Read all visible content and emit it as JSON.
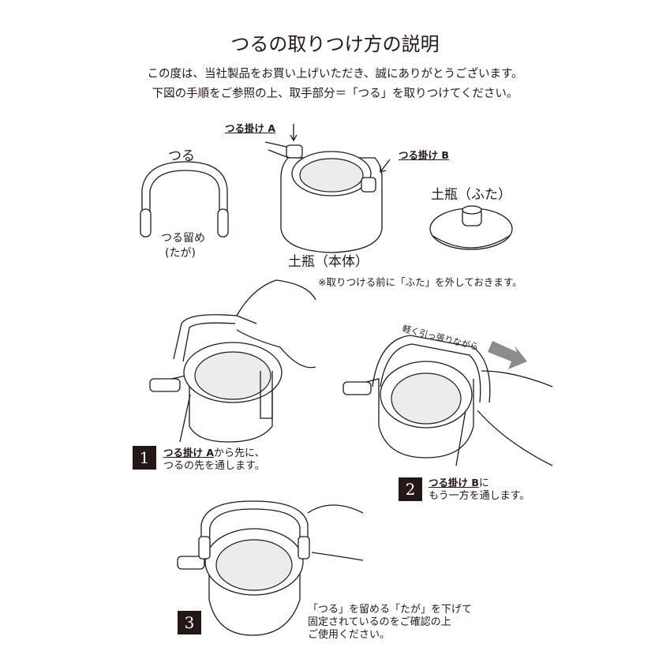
{
  "title": "つるの取りつけ方の説明",
  "intro": [
    "この度は、当社製品をお買い上げいただき、誠にありがとうございます。",
    "下図の手順をご参照の上、取手部分＝「つる」を取りつけてください。"
  ],
  "parts": {
    "handle": "つる",
    "hook_a": "つる掛け A",
    "hook_b": "つる掛け B",
    "stopper": "つる留め",
    "stopper_sub": "(たが)",
    "body": "土瓶（本体）",
    "lid": "土瓶（ふた）",
    "note": "※取りつける前に「ふた」を外しておきます。"
  },
  "steps": [
    {
      "number": "1",
      "emph": "つる掛け A",
      "line1_rest": "から先に、",
      "line2": "つるの先を通します。"
    },
    {
      "number": "2",
      "emph": "つる掛け B",
      "line1_rest": "に",
      "line2": "もう一方を通します。",
      "hint": "軽く引っ張りながら"
    },
    {
      "number": "3",
      "lines": [
        "「つる」を留める「たが」を下げて",
        "固定されているのをご確認の上",
        "ご使用ください。"
      ]
    }
  ],
  "colors": {
    "ink": "#231815",
    "arrow": "#8c8c8c",
    "inner": "#ececec"
  }
}
